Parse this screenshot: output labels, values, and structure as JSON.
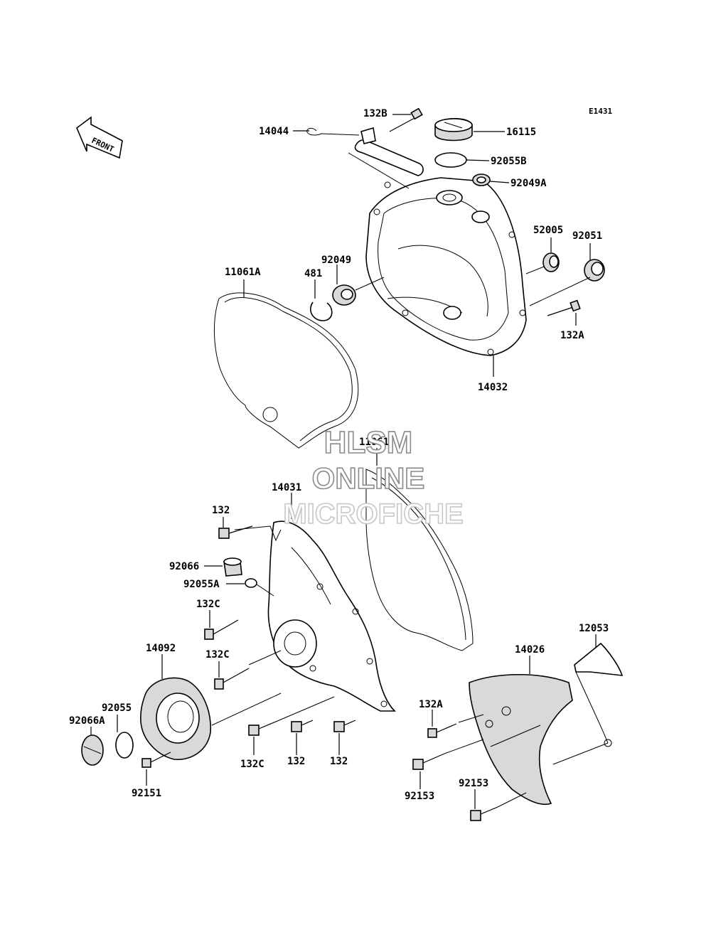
{
  "diagram": {
    "code": "E1431",
    "front_label": "FRONT",
    "watermark": {
      "line1": "HLSM",
      "line2": "ONLINE",
      "line3": "MICROFICHE"
    },
    "labels": {
      "l132B": "132B",
      "l14044": "14044",
      "l16115": "16115",
      "l92055B": "92055B",
      "l92049A": "92049A",
      "l52005": "52005",
      "l92051": "92051",
      "l11061A": "11061A",
      "l481": "481",
      "l92049": "92049",
      "l132A_top": "132A",
      "l14032": "14032",
      "l11061": "11061",
      "l14031": "14031",
      "l132_a": "132",
      "l92066": "92066",
      "l92055A": "92055A",
      "l132C_a": "132C",
      "l132C_b": "132C",
      "l14092": "14092",
      "l92055": "92055",
      "l92066A": "92066A",
      "l92151": "92151",
      "l132C_c": "132C",
      "l132_b": "132",
      "l132_c": "132",
      "l12053": "12053",
      "l14026": "14026",
      "l132A_bot": "132A",
      "l92153_a": "92153",
      "l92153_b": "92153"
    }
  }
}
